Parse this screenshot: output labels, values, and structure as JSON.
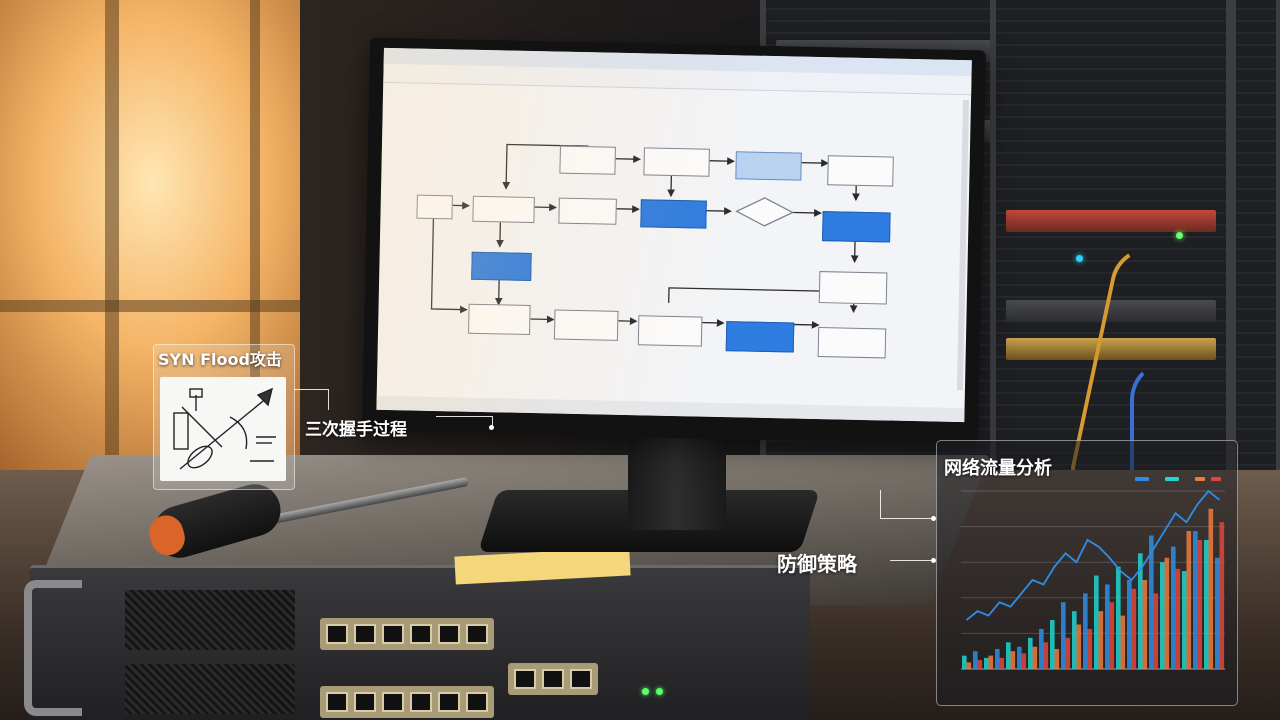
{
  "overlays": {
    "syn_title": "SYN Flood攻击",
    "handshake": "三次握手过程",
    "defense": "防御策略",
    "traffic_title": "网络流量分析"
  },
  "colors": {
    "chart_cyan": "#1fd6d0",
    "chart_blue": "#2f8de6",
    "chart_orange": "#ee7a3c",
    "chart_red": "#e0463c",
    "screen_blue": "#2f7de0"
  },
  "icons": {
    "sketch": "rocket-shield-sketch-icon"
  },
  "chart_data": {
    "type": "bar",
    "series": [
      {
        "values": [
          6,
          8,
          5,
          9,
          12,
          10,
          14,
          18,
          22,
          30,
          26,
          34,
          42,
          38,
          46,
          40,
          52,
          60,
          48,
          55,
          44,
          62,
          58,
          50
        ]
      },
      {
        "values": [
          3,
          4,
          6,
          5,
          8,
          7,
          10,
          12,
          9,
          14,
          20,
          18,
          26,
          30,
          24,
          36,
          40,
          34,
          50,
          45,
          62,
          58,
          72,
          66
        ]
      }
    ],
    "line": [
      22,
      26,
      24,
      30,
      28,
      34,
      40,
      38,
      46,
      52,
      48,
      58,
      55,
      50,
      44,
      40,
      46,
      54,
      62,
      70,
      66,
      74,
      80,
      76
    ],
    "legend_colors": [
      "#2f8de6",
      "#1fd6d0",
      "#ee7a3c",
      "#e0463c"
    ]
  }
}
